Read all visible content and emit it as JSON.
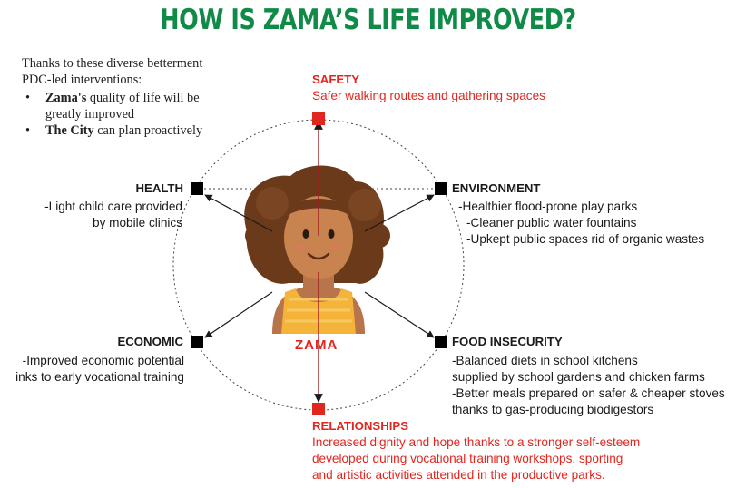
{
  "title": "HOW IS ZAMA’S LIFE IMPROVED?",
  "intro": {
    "text": "Thanks to these diverse betterment PDC-led interventions:",
    "bullets": [
      {
        "bold": "Zama's",
        "rest": " quality of life will be greatly improved"
      },
      {
        "bold": "The City",
        "rest": " can plan proactively"
      }
    ]
  },
  "center_label": "ZAMA",
  "colors": {
    "title": "#0f8a47",
    "accent": "#e0261f",
    "node": "#000000"
  },
  "nodes": {
    "safety": {
      "heading": "SAFETY",
      "lines": [
        "Safer walking routes and gathering spaces"
      ]
    },
    "health": {
      "heading": "HEALTH",
      "lines": [
        "-Light child care provided",
        "by mobile clinics"
      ]
    },
    "environment": {
      "heading": "ENVIRONMENT",
      "lines": [
        "-Healthier flood-prone play parks",
        "-Cleaner public water fountains",
        "-Upkept public spaces rid of organic wastes"
      ]
    },
    "economic": {
      "heading": "ECONOMIC",
      "lines": [
        "-Improved economic potential",
        "inks to early vocational training"
      ]
    },
    "food": {
      "heading": "FOOD INSECURITY",
      "lines": [
        "-Balanced diets in school kitchens",
        "supplied by school gardens and chicken farms",
        "-Better meals prepared on safer & cheaper stoves",
        "thanks to gas-producing biodigestors"
      ]
    },
    "relationships": {
      "heading": "RELATIONSHIPS",
      "lines": [
        "Increased dignity and hope thanks to a stronger self-esteem",
        "developed during vocational training workshops, sporting",
        "and artistic activities attended in the productive parks."
      ]
    }
  }
}
